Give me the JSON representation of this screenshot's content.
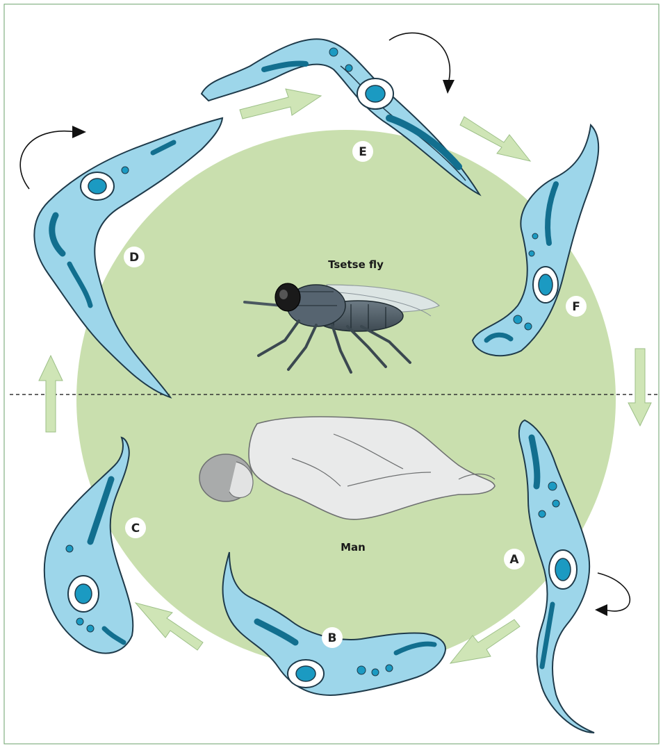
{
  "hosts": {
    "upper": "Tsetse fly",
    "lower": "Man"
  },
  "stages": [
    {
      "letter": "A"
    },
    {
      "letter": "B"
    },
    {
      "letter": "C"
    },
    {
      "letter": "D"
    },
    {
      "letter": "E"
    },
    {
      "letter": "F"
    }
  ],
  "colors": {
    "circle": "#c9dfae",
    "body": "#9dd6ea",
    "nucleus": "#1b9ac2",
    "arrow": "#cfe5b6",
    "outline": "#1e3a4a"
  }
}
